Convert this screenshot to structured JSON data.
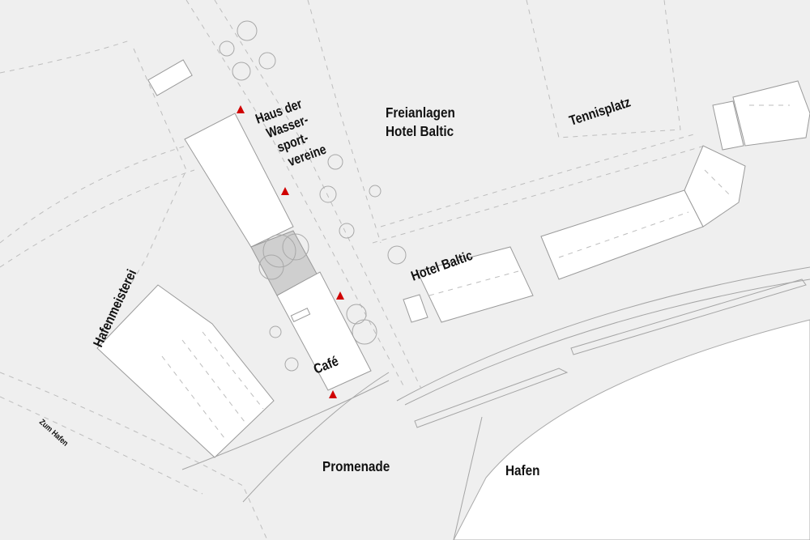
{
  "labels": {
    "haus": [
      "Haus der",
      "Wasser-",
      "sport-",
      "vereine"
    ],
    "freianlagen": [
      "Freianlagen",
      "Hotel Baltic"
    ],
    "tennisplatz": "Tennisplatz",
    "hotel_baltic": "Hotel Baltic",
    "hafenmeisterei": "Hafenmeisterei",
    "cafe": "Café",
    "zum_hafen": "Zum Hafen",
    "promenade": "Promenade",
    "hafen": "Hafen"
  },
  "colors": {
    "background": "#efefef",
    "building": "#ffffff",
    "entrance_marker": "#d00000",
    "water": "#ffffff"
  }
}
